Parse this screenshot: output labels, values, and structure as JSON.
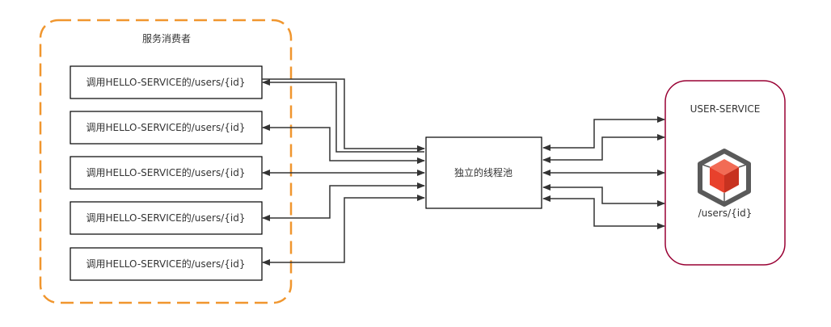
{
  "consumer": {
    "title": "服务消费者",
    "calls": [
      "调用HELLO-SERVICE的/users/{id}",
      "调用HELLO-SERVICE的/users/{id}",
      "调用HELLO-SERVICE的/users/{id}",
      "调用HELLO-SERVICE的/users/{id}",
      "调用HELLO-SERVICE的/users/{id}"
    ]
  },
  "pool": {
    "label": "独立的线程池"
  },
  "service": {
    "title": "USER-SERVICE",
    "endpoint": "/users/{id}",
    "icon": "cube-icon"
  },
  "colors": {
    "consumer_border": "#f0962e",
    "service_border": "#990033",
    "cube_red": "#e8412c",
    "line": "#333333"
  }
}
